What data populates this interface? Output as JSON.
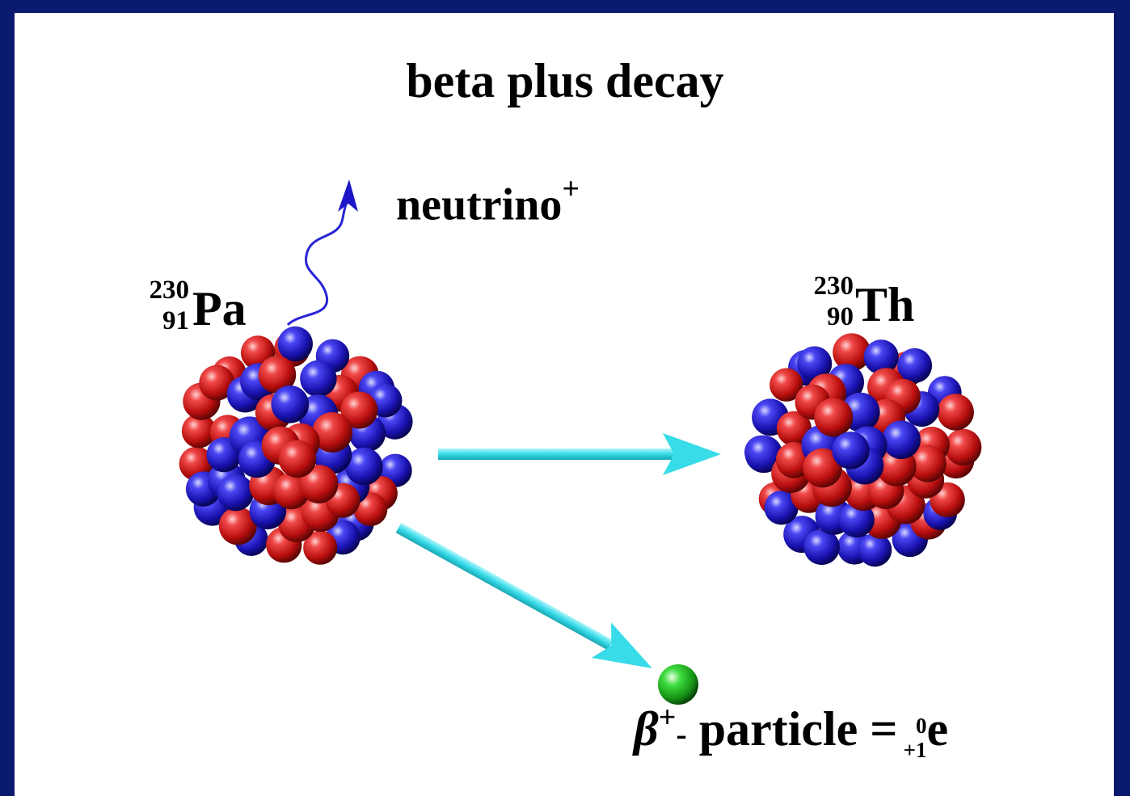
{
  "title": "beta plus decay",
  "neutrino": {
    "text": "neutrino",
    "sup": "+"
  },
  "parent": {
    "mass": "230",
    "atomic": "91",
    "symbol": "Pa"
  },
  "daughter": {
    "mass": "230",
    "atomic": "90",
    "symbol": "Th"
  },
  "beta": {
    "symbol": "β",
    "plus": "+",
    "dash": "-",
    "text": " particle =",
    "mass": "0",
    "atomic": "+1",
    "symbol_e": "e"
  },
  "colors": {
    "frame": "#0a1a6e",
    "background": "#ffffff",
    "proton": "#d21a1a",
    "neutron": "#2a22c8",
    "arrow": "#3ee0ec",
    "neutrino_wave": "#2a24d6",
    "positron": "#2fbf2f"
  }
}
